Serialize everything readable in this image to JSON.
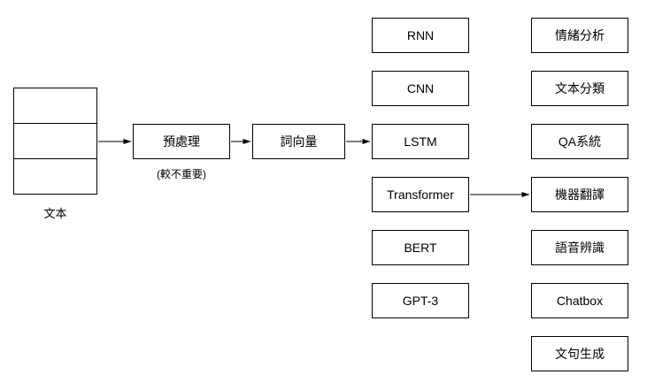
{
  "diagram": {
    "input": {
      "label": "文本"
    },
    "preprocess": {
      "label": "預處理",
      "note": "(較不重要)"
    },
    "embedding": {
      "label": "詞向量"
    },
    "models": [
      {
        "label": "RNN"
      },
      {
        "label": "CNN"
      },
      {
        "label": "LSTM"
      },
      {
        "label": "Transformer"
      },
      {
        "label": "BERT"
      },
      {
        "label": "GPT-3"
      }
    ],
    "applications": [
      {
        "label": "情緒分析"
      },
      {
        "label": "文本分類"
      },
      {
        "label": "QA系統"
      },
      {
        "label": "機器翻譯"
      },
      {
        "label": "語音辨識"
      },
      {
        "label": "Chatbox"
      },
      {
        "label": "文句生成"
      }
    ],
    "connections": [
      {
        "from": "input",
        "to": "preprocess"
      },
      {
        "from": "preprocess",
        "to": "embedding"
      },
      {
        "from": "embedding",
        "to": "LSTM"
      },
      {
        "from": "Transformer",
        "to": "機器翻譯"
      }
    ],
    "colors": {
      "stroke": "#000000",
      "background": "#ffffff",
      "text": "#000000"
    }
  }
}
